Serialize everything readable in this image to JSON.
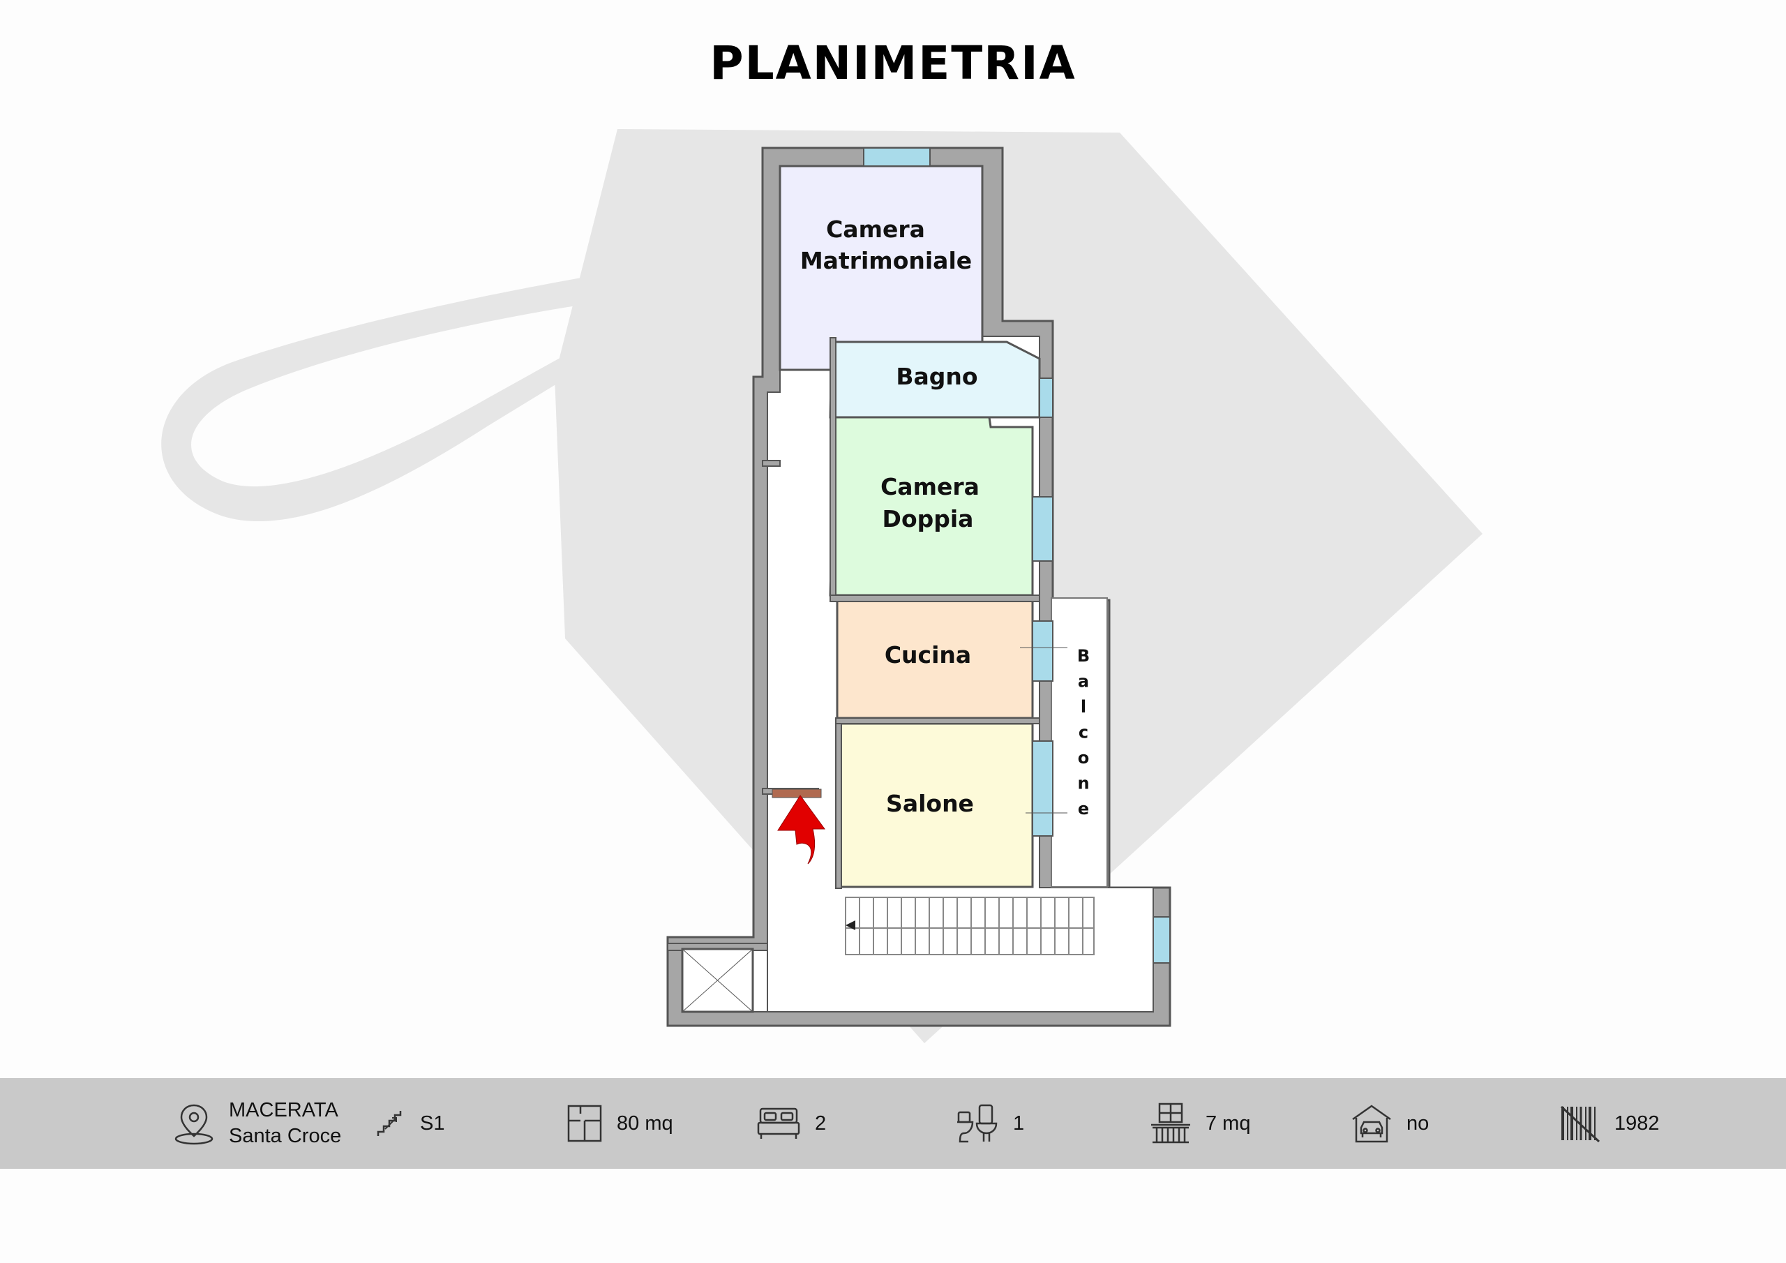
{
  "title": "PLANIMETRIA",
  "rooms": {
    "camera_matrimoniale": [
      "Camera",
      "Matrimoniale"
    ],
    "bagno": "Bagno",
    "camera_doppia": [
      "Camera",
      "Doppia"
    ],
    "cucina": "Cucina",
    "salone": "Salone",
    "balcone": [
      "B",
      "a",
      "l",
      "c",
      "o",
      "n",
      "e"
    ]
  },
  "colors": {
    "wall": "#a6a6a6",
    "wall_stroke": "#555555",
    "window": "#a9dbea",
    "camera_matrimoniale": "#eeeefd",
    "bagno": "#e3f6fb",
    "camera_doppia": "#ddfbdd",
    "cucina": "#fde6cd",
    "salone": "#fdfad9",
    "entrance_arrow": "#e10000",
    "infobar": "#c9c9c9",
    "watermark": "#e6e6e6"
  },
  "info": {
    "location_city": "MACERATA",
    "location_area": "Santa Croce",
    "floor": "S1",
    "area": "80 mq",
    "bedrooms": "2",
    "bathrooms": "1",
    "balcony": "7 mq",
    "garage": "no",
    "year": "1982"
  },
  "icons": [
    "location-pin-icon",
    "stairs-icon",
    "floorplan-icon",
    "bed-icon",
    "toilet-sink-icon",
    "balcony-icon",
    "garage-icon",
    "barcode-icon"
  ]
}
